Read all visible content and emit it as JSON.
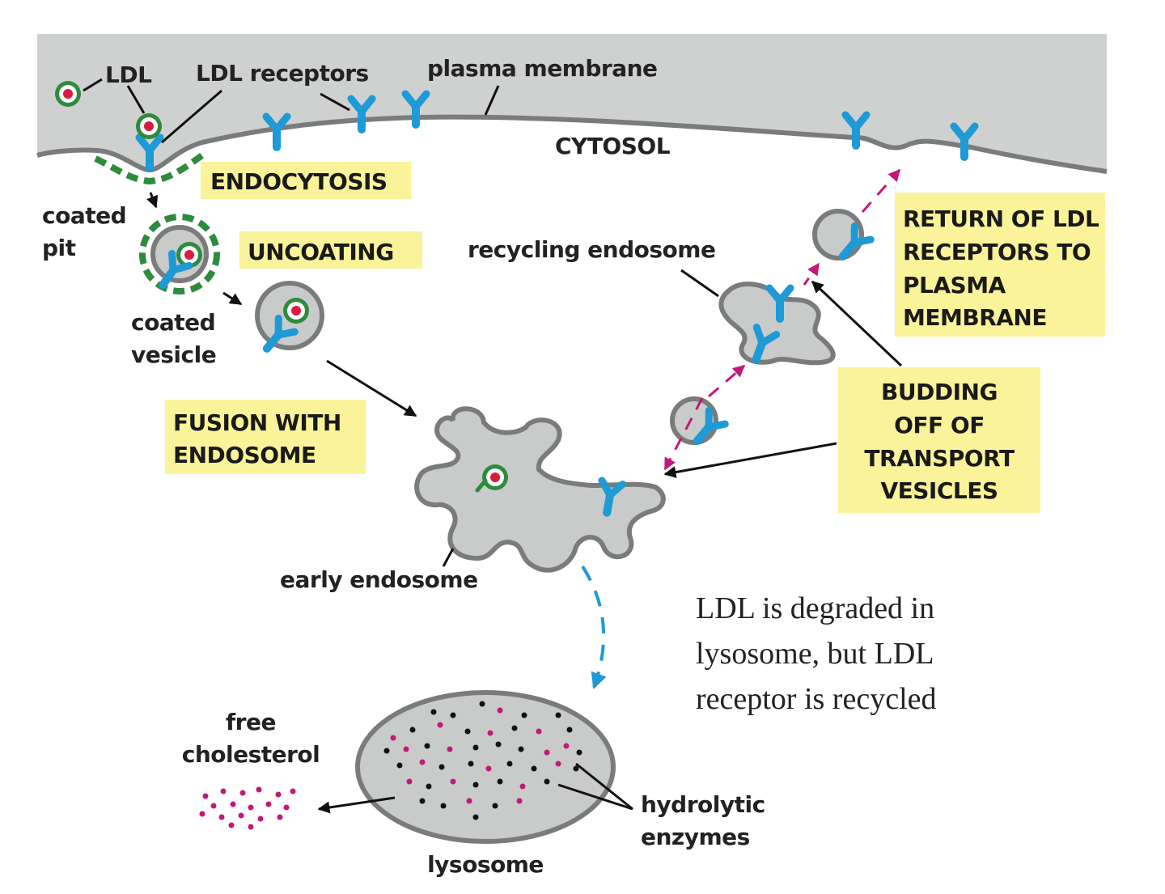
{
  "labels": {
    "ldl": "LDL",
    "ldl_receptors": "LDL receptors",
    "plasma_membrane": "plasma membrane",
    "cytosol": "CYTOSOL",
    "coated_pit_1": "coated",
    "coated_pit_2": "pit",
    "coated_vesicle_1": "coated",
    "coated_vesicle_2": "vesicle",
    "recycling_endosome": "recycling endosome",
    "early_endosome": "early endosome",
    "free_cholesterol_1": "free",
    "free_cholesterol_2": "cholesterol",
    "lysosome": "lysosome",
    "hydrolytic_enzymes_1": "hydrolytic",
    "hydrolytic_enzymes_2": "enzymes"
  },
  "steps": {
    "endocytosis": "ENDOCYTOSIS",
    "uncoating": "UNCOATING",
    "fusion_1": "FUSION WITH",
    "fusion_2": "ENDOSOME",
    "return_1": "RETURN OF LDL",
    "return_2": "RECEPTORS TO",
    "return_3": "PLASMA",
    "return_4": "MEMBRANE",
    "budding_1": "BUDDING",
    "budding_2": "OFF OF",
    "budding_3": "TRANSPORT",
    "budding_4": "VESICLES"
  },
  "note": {
    "line1": "LDL is degraded in",
    "line2": "lysosome, but LDL",
    "line3": "receptor is recycled"
  },
  "colors": {
    "membrane_fill": "#c9cbca",
    "membrane_edge": "#7a7c7b",
    "receptor": "#1e9ad6",
    "ldl_coat": "#2e8b3e",
    "ldl_core": "#d81b3f",
    "cholesterol": "#c2187a",
    "enzyme": "#111111",
    "step_box": "#fbf39a",
    "recycle_arrow": "#c2187a",
    "lysosome_arrow": "#1e9ad6"
  }
}
